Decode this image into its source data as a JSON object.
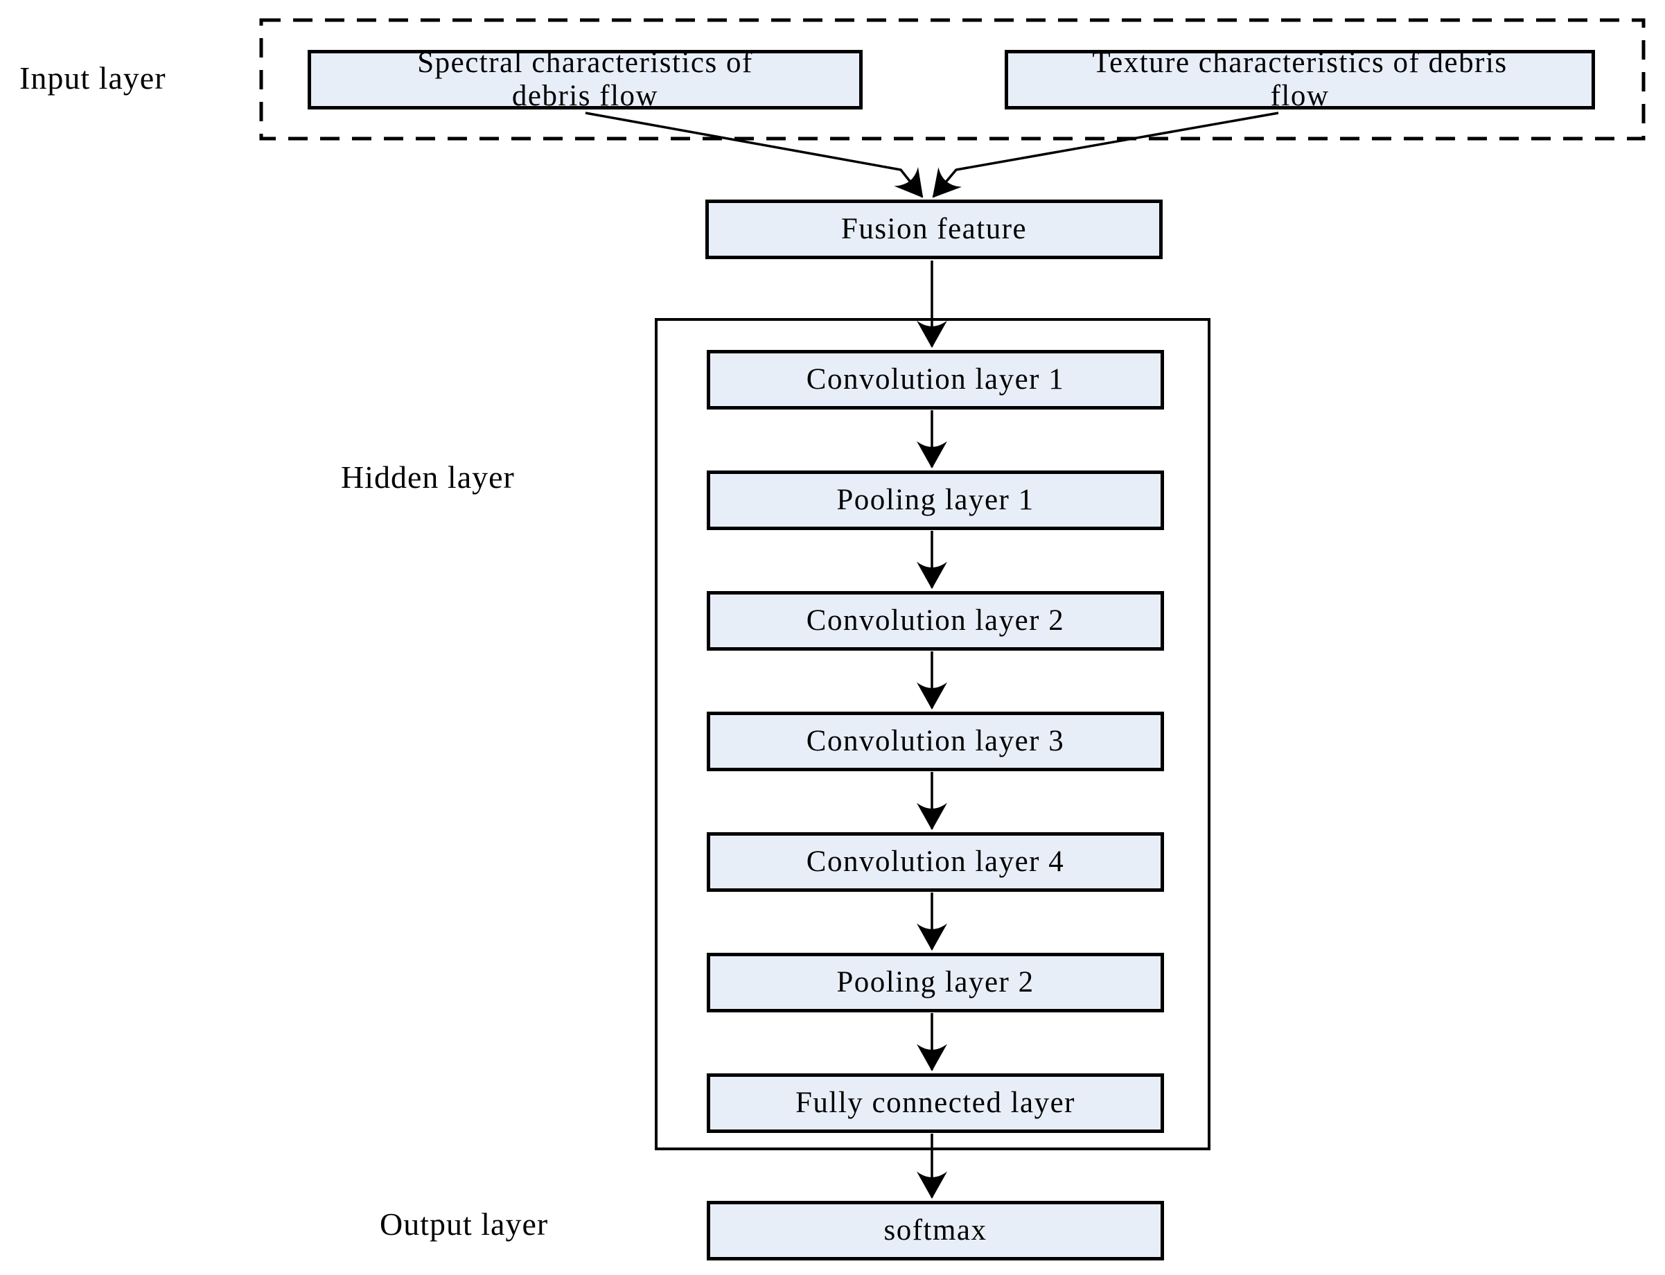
{
  "diagram": {
    "labels": {
      "input_layer": "Input layer",
      "hidden_layer": "Hidden layer",
      "output_layer": "Output layer"
    },
    "nodes": {
      "spectral": {
        "line1": "Spectral characteristics of",
        "line2": "debris flow"
      },
      "texture": {
        "line1": "Texture characteristics of debris",
        "line2": "flow"
      },
      "fusion": {
        "label": "Fusion feature"
      },
      "conv1": {
        "label": "Convolution layer 1"
      },
      "pool1": {
        "label": "Pooling layer 1"
      },
      "conv2": {
        "label": "Convolution layer 2"
      },
      "conv3": {
        "label": "Convolution layer 3"
      },
      "conv4": {
        "label": "Convolution layer 4"
      },
      "pool2": {
        "label": "Pooling layer 2"
      },
      "fc": {
        "label": "Fully connected layer"
      },
      "softmax": {
        "label": "softmax"
      }
    },
    "colors": {
      "node_fill": "#e8eef8",
      "node_border": "#000000",
      "arrow": "#000000",
      "text": "#000000",
      "background": "#ffffff"
    }
  }
}
